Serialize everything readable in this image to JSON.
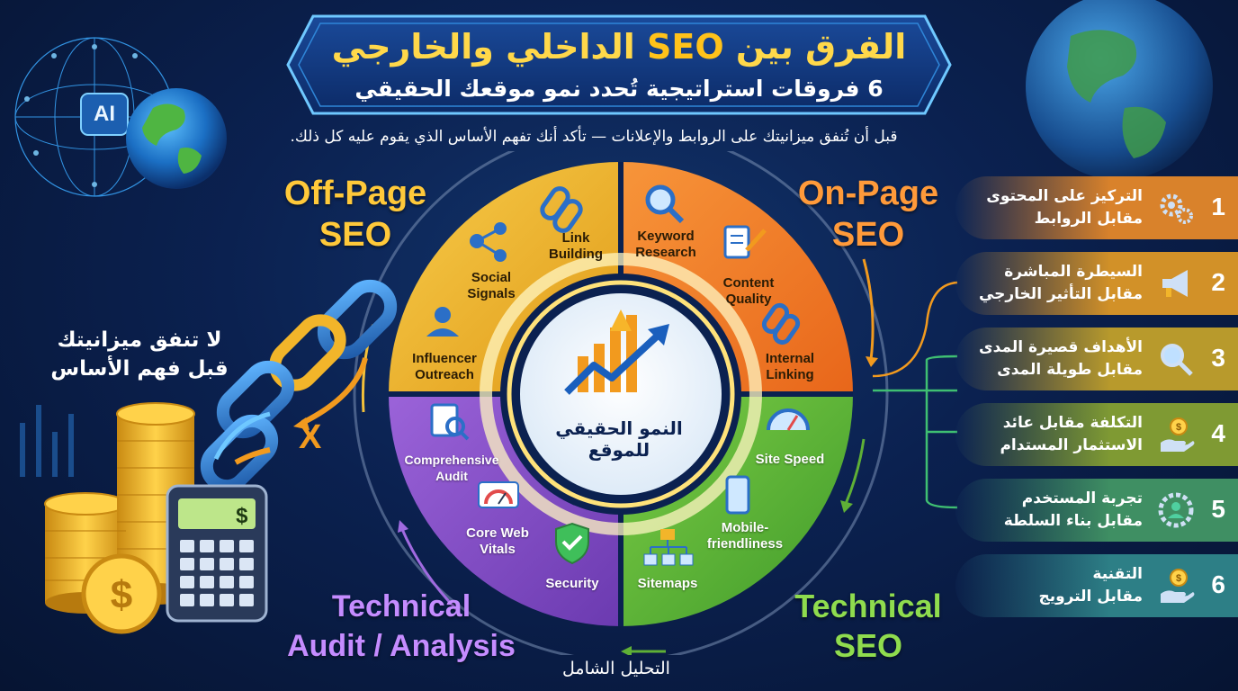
{
  "header": {
    "title_prefix": "الفرق بين",
    "title_seo": "SEO",
    "title_suffix": "الداخلي والخارجي",
    "subtitle": "6 فروقات استراتيجية تُحدد نمو موقعك الحقيقي",
    "intro": "قبل أن تُنفق ميزانيتك على الروابط والإعلانات — تأكد أنك تفهم الأساس الذي يقوم عليه كل ذلك."
  },
  "ai_badge": "AI",
  "sections": {
    "off_page": {
      "line1": "Off-Page",
      "line2": "SEO",
      "color": "#f2b52a"
    },
    "on_page": {
      "line1": "On-Page",
      "line2": "SEO",
      "color": "#f07f1f"
    },
    "technical_audit": {
      "line1": "Technical",
      "line2": "Audit / Analysis",
      "color": "#8a4fd1"
    },
    "technical_seo": {
      "line1": "Technical",
      "line2": "SEO",
      "color": "#5fb036"
    }
  },
  "wheel": {
    "center_line1": "النمو الحقيقي",
    "center_line2": "للموقع",
    "off_page_items": [
      {
        "line1": "Link",
        "line2": "Building",
        "icon": "chain-link-icon"
      },
      {
        "line1": "Social",
        "line2": "Signals",
        "icon": "social-share-icon"
      },
      {
        "line1": "Influencer",
        "line2": "Outreach",
        "icon": "influencer-icon"
      }
    ],
    "on_page_items": [
      {
        "line1": "Keyword",
        "line2": "Research",
        "icon": "magnifier-icon"
      },
      {
        "line1": "Content",
        "line2": "Quality",
        "icon": "document-edit-icon"
      },
      {
        "line1": "Internal",
        "line2": "Linking",
        "icon": "chain-link-icon"
      }
    ],
    "audit_items": [
      {
        "line1": "Comprehensive",
        "line2": "Audit",
        "icon": "audit-report-icon"
      },
      {
        "line1": "Core Web",
        "line2": "Vitals",
        "icon": "gauge-icon"
      },
      {
        "line1": "Security",
        "line2": "",
        "icon": "shield-check-icon"
      }
    ],
    "technical_items": [
      {
        "line1": "Site Speed",
        "line2": "",
        "icon": "speedometer-icon"
      },
      {
        "line1": "Mobile-",
        "line2": "friendliness",
        "icon": "smartphone-icon"
      },
      {
        "line1": "Sitemaps",
        "line2": "",
        "icon": "sitemap-icon"
      }
    ]
  },
  "analysis_label": "التحليل الشامل",
  "budget_warning": {
    "line1": "لا تنفق ميزانيتك",
    "line2": "قبل فهم الأساس"
  },
  "calculator_symbol": "$",
  "blocked_mark": "X",
  "differences": [
    {
      "num": "1",
      "line1": "التركيز على المحتوى",
      "line2": "مقابل الروابط",
      "icon": "gears-icon",
      "color": "#d9822b"
    },
    {
      "num": "2",
      "line1": "السيطرة المباشرة",
      "line2": "مقابل التأثير الخارجي",
      "icon": "megaphone-icon",
      "color": "#d29128"
    },
    {
      "num": "3",
      "line1": "الأهداف قصيرة المدى",
      "line2": "مقابل طويلة المدى",
      "icon": "magnifier-icon",
      "color": "#b89a2c"
    },
    {
      "num": "4",
      "line1": "التكلفة مقابل عائد",
      "line2": "الاستثمار المستدام",
      "icon": "coin-hand-icon",
      "color": "#7f9a33"
    },
    {
      "num": "5",
      "line1": "تجربة المستخدم",
      "line2": "مقابل بناء السلطة",
      "icon": "user-gear-icon",
      "color": "#3f8f63"
    },
    {
      "num": "6",
      "line1": "التقنية",
      "line2": "مقابل الترويج",
      "icon": "coin-hand-icon",
      "color": "#2d7f86"
    }
  ]
}
